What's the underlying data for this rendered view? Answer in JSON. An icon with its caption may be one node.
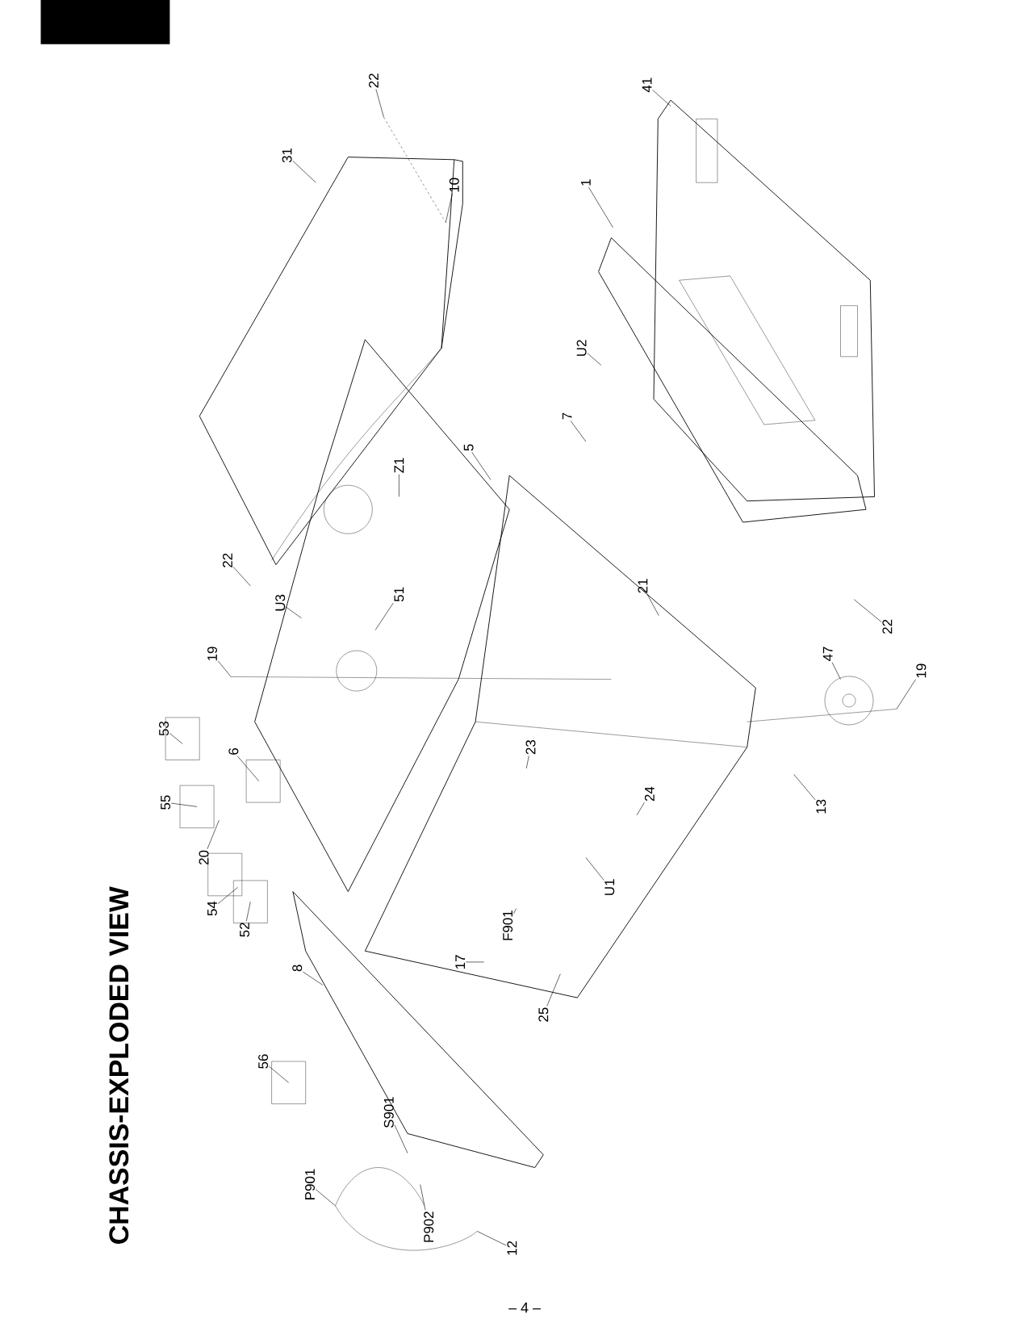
{
  "diagram": {
    "title": "CHASSIS-EXPLODED VIEW",
    "nodes": [
      {
        "text": [
          "22"
        ]
      },
      {
        "text": [
          "31"
        ]
      },
      {
        "text": [
          "10"
        ]
      },
      {
        "text": [
          "41"
        ]
      },
      {
        "text": [
          "1"
        ]
      },
      {
        "text": [
          "U2"
        ]
      },
      {
        "text": [
          "7"
        ]
      },
      {
        "text": [
          "5"
        ]
      },
      {
        "text": [
          "Z1"
        ]
      },
      {
        "text": [
          "22"
        ]
      },
      {
        "text": [
          "U3"
        ]
      },
      {
        "text": [
          "51"
        ]
      },
      {
        "text": [
          "21"
        ]
      },
      {
        "text": [
          "22"
        ]
      },
      {
        "text": [
          "19"
        ]
      },
      {
        "text": [
          "47"
        ]
      },
      {
        "text": [
          "19"
        ]
      },
      {
        "text": [
          "53"
        ]
      },
      {
        "text": [
          "6"
        ]
      },
      {
        "text": [
          "55"
        ]
      },
      {
        "text": [
          "23"
        ]
      },
      {
        "text": [
          "13"
        ]
      },
      {
        "text": [
          "20"
        ]
      },
      {
        "text": [
          "24"
        ]
      },
      {
        "text": [
          "54"
        ]
      },
      {
        "text": [
          "U1"
        ]
      },
      {
        "text": [
          "52"
        ]
      },
      {
        "text": [
          "F901"
        ]
      },
      {
        "text": [
          "8"
        ]
      },
      {
        "text": [
          "17"
        ]
      },
      {
        "text": [
          "25"
        ]
      },
      {
        "text": [
          "56"
        ]
      },
      {
        "text": [
          "S901"
        ]
      },
      {
        "text": [
          "P901"
        ]
      },
      {
        "text": [
          "P902"
        ]
      },
      {
        "text": [
          "12"
        ]
      }
    ],
    "edges": [
      {
        "from": 0,
        "to": null,
        "arrow": "none"
      },
      {
        "from": 1,
        "to": null,
        "arrow": "none"
      },
      {
        "from": 2,
        "to": null,
        "arrow": "none"
      },
      {
        "from": 3,
        "to": null,
        "arrow": "none"
      },
      {
        "from": 4,
        "to": null,
        "arrow": "none"
      },
      {
        "from": 5,
        "to": null,
        "arrow": "none"
      },
      {
        "from": 6,
        "to": null,
        "arrow": "none"
      },
      {
        "from": 7,
        "to": null,
        "arrow": "none"
      },
      {
        "from": 8,
        "to": null,
        "arrow": "none"
      },
      {
        "from": 9,
        "to": null,
        "arrow": "none"
      },
      {
        "from": 10,
        "to": null,
        "arrow": "none"
      },
      {
        "from": 11,
        "to": null,
        "arrow": "none"
      },
      {
        "from": 12,
        "to": null,
        "arrow": "none"
      },
      {
        "from": 13,
        "to": null,
        "arrow": "none"
      },
      {
        "from": 14,
        "to": null,
        "arrow": "none"
      },
      {
        "from": 15,
        "to": null,
        "arrow": "none"
      },
      {
        "from": 16,
        "to": null,
        "arrow": "none"
      },
      {
        "from": 17,
        "to": null,
        "arrow": "none"
      },
      {
        "from": 18,
        "to": null,
        "arrow": "none"
      },
      {
        "from": 19,
        "to": null,
        "arrow": "none"
      },
      {
        "from": 20,
        "to": null,
        "arrow": "none"
      },
      {
        "from": 21,
        "to": null,
        "arrow": "none"
      },
      {
        "from": 22,
        "to": null,
        "arrow": "none"
      },
      {
        "from": 23,
        "to": null,
        "arrow": "none"
      },
      {
        "from": 24,
        "to": null,
        "arrow": "none"
      },
      {
        "from": 25,
        "to": null,
        "arrow": "none"
      },
      {
        "from": 26,
        "to": null,
        "arrow": "none"
      },
      {
        "from": 27,
        "to": null,
        "arrow": "none"
      },
      {
        "from": 28,
        "to": null,
        "arrow": "none"
      },
      {
        "from": 29,
        "to": null,
        "arrow": "none"
      },
      {
        "from": 30,
        "to": null,
        "arrow": "none"
      },
      {
        "from": 31,
        "to": null,
        "arrow": "none"
      },
      {
        "from": 32,
        "to": null,
        "arrow": "none"
      },
      {
        "from": 33,
        "to": null,
        "arrow": "none"
      },
      {
        "from": 34,
        "to": null,
        "arrow": "none"
      },
      {
        "from": 35,
        "to": null,
        "arrow": "none"
      }
    ],
    "labels": [
      "– 4 –"
    ]
  }
}
